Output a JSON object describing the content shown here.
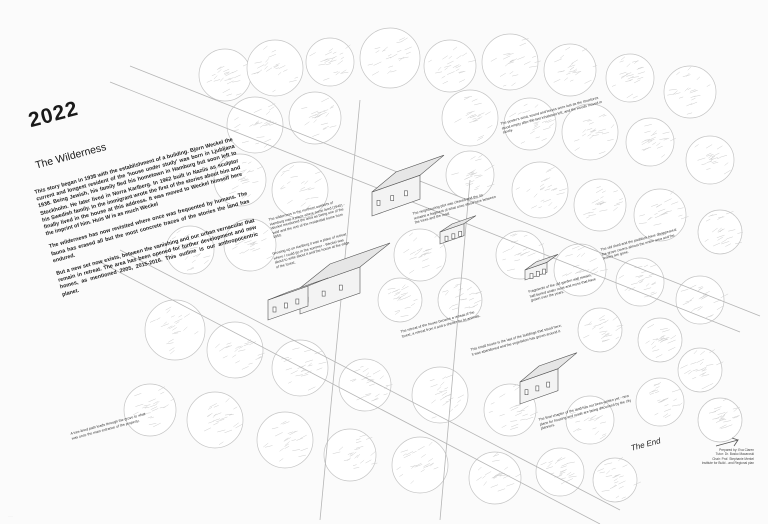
{
  "poster": {
    "year": "2022",
    "subtitle": "The Wilderness",
    "paragraphs": [
      "This story began in 1938 with the establishment of a building. Bjorn Weckel the current and longest resident of the 'house under study' was born in Ljubljana 1938. Being Jewish, his family fled his hometown in Hamburg but soon left to Stockholm. He later lived in Norra Karlberg. In 1962 built in Naziis as sculptor his Swedish family. In the immigrant wrote the first of the stories about him and finally lived in the house at this address. It was moved to Weckel himself here the imprint of him. Huis W is as much Weckel",
      "The wilderness has now revisited where once was frequented by humans. The fauna has erased all but the most concrete traces of the stories the land has endured.",
      "But a new set now exists, between the vanishing and our urban vernacular that remain in retreat. The area has been opened for further development and new homes, as mentioned 2005, 2015-2016. This outline is our anthropocentric planet."
    ],
    "end_title": "The End",
    "credits": [
      "Prepared by: Eva Claren",
      "Tutor: Dr. Bosko Macaroski",
      "Chair: Prof. Stephanie Merkel",
      "Institute for Build - and Regional plan"
    ],
    "notes": [
      "The wilderness in the northern outskirts of Hamburg was a place where some lived (1940) - Weckel mentioned the area as being one of the 'wild' and the rest of the residential home from 1950.",
      "Growing up on Karlberg it was a place of retreat where I could go in the summer - Weckel was about to write about it and the house at the edge of the forest.",
      "The poster's wind, sound and leaves were lost as the structures stood empty after the last inhabitant left, and the woods moved in slowly.",
      "The neighbouring plot was cleared and the lot remains a fragment of what once stood here between the trees and the road.",
      "Fragments of the old garden wall remain, half buried under roots and moss that have grown over the years.",
      "The old shed and the paddock have disappeared; the grove covers almost the entire area and the fences are gone.",
      "The retreat of the house became a retreat of the forest, a retreat from it and a shelter for its animals.",
      "This small house is the last of the buildings that stood here; it was abandoned and the vegetation has grown around it.",
      "The final chapter of the land has not been written yet - new plans for housing and roads are being discussed by the city planners.",
      "A tree-lined path leads through the grove to what was once the main entrance of the property."
    ],
    "corner_mark": "·····"
  }
}
